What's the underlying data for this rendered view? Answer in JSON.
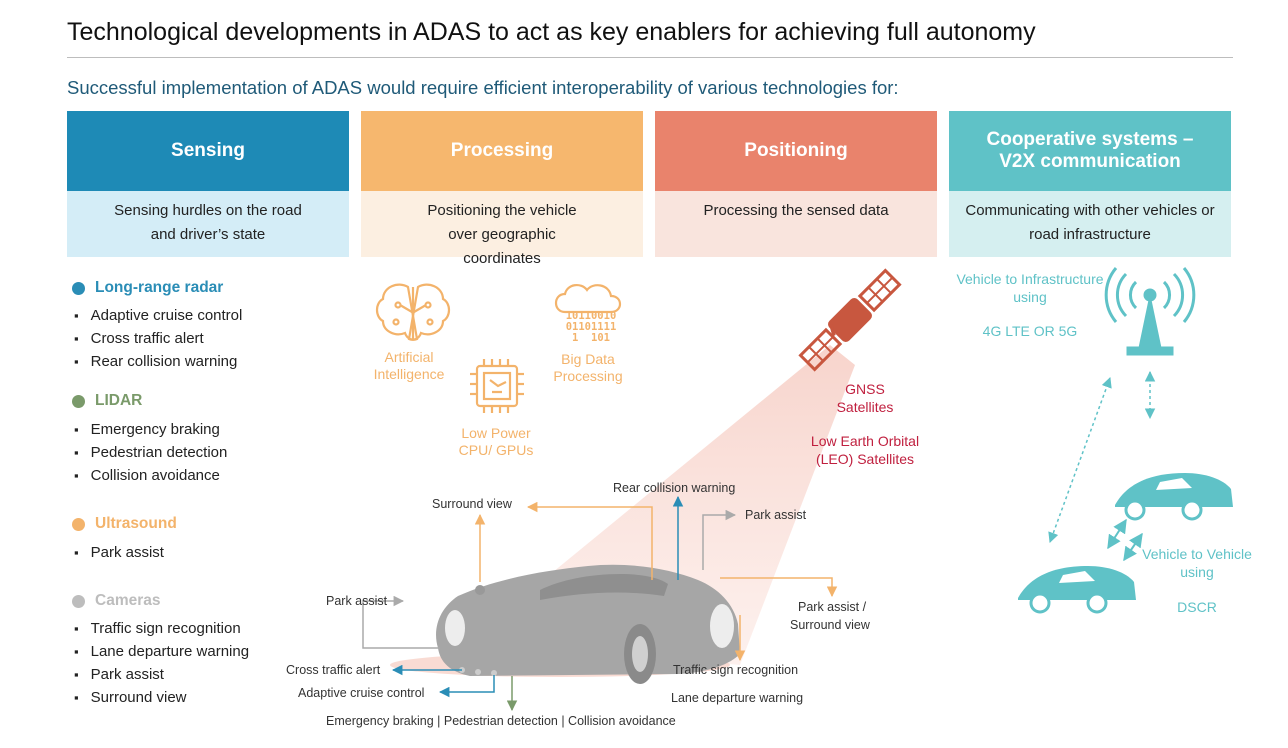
{
  "title": "Technological developments in ADAS to act as key enablers for achieving full autonomy",
  "subtitle": "Successful implementation  of ADAS would  require efficient interoperability  of various technologies  for:",
  "columns": [
    {
      "header": "Sensing",
      "body": "Sensing hurdles  on the road and driver’s state",
      "head_color": "#1e8ab6",
      "body_color": "#d4edf7"
    },
    {
      "header": "Processing",
      "body": "Positioning the vehicle over geographic coordinates",
      "head_color": "#f6b76e",
      "body_color": "#fcefe1"
    },
    {
      "header": "Positioning",
      "body": "Processing the sensed data",
      "head_color": "#e9836c",
      "body_color": "#f9e4dd"
    },
    {
      "header": "Cooperative systems – V2X communication",
      "body": "Communicating with other vehicles or road infrastructure",
      "head_color": "#5fc2c7",
      "body_color": "#d5eff0"
    }
  ],
  "categories": [
    {
      "name": "Long-range radar",
      "color": "#2a8db6",
      "items": [
        "Adaptive  cruise  control",
        "Cross traffic alert",
        "Rear collision warning"
      ]
    },
    {
      "name": "LIDAR",
      "color": "#7a9a6a",
      "items": [
        "Emergency braking",
        "Pedestrian detection",
        "Collision avoidance"
      ]
    },
    {
      "name": "Ultrasound",
      "color": "#f3b36b",
      "items": [
        "Park assist"
      ]
    },
    {
      "name": "Cameras",
      "color": "#bdbdbd",
      "items": [
        "Traffic  sign recognition",
        "Lane departure  warning",
        "Park assist",
        "Surround  view"
      ]
    }
  ],
  "processing": {
    "ai": "Artificial Intelligence",
    "bigdata": "Big Data Processing",
    "cpu": "Low Power CPU/ GPUs",
    "binary": [
      "10110010",
      "01101111",
      "1  101"
    ]
  },
  "positioning": {
    "gnss": "GNSS Satellites",
    "leo": "Low Earth Orbital (LEO) Satellites"
  },
  "v2x": {
    "v2i_line1": "Vehicle to Infrastructure",
    "v2i_line2": "using",
    "v2i_tech": "4G LTE OR 5G",
    "v2v_line1": "Vehicle to Vehicle",
    "v2v_line2": "using",
    "v2v_tech": "DSCR"
  },
  "car_labels": {
    "surround_view": "Surround view",
    "rear_collision": "Rear collision warning",
    "park_assist_top": "Park assist",
    "park_assist_left": "Park assist",
    "park_surround_1": "Park assist /",
    "park_surround_2": "Surround view",
    "cross_traffic": "Cross traffic alert",
    "adaptive_cruise": "Adaptive cruise control",
    "traffic_sign": "Traffic sign recognition",
    "lane_departure": "Lane departure warning",
    "emergency_bottom": "Emergency braking | Pedestrian detection | Collision avoidance"
  },
  "colors": {
    "radar": "#2a8db6",
    "lidar": "#7a9a6a",
    "ultrasound": "#f3b36b",
    "camera": "#bdbdbd",
    "teal": "#5fc2c7",
    "satellite": "#c8573f"
  }
}
